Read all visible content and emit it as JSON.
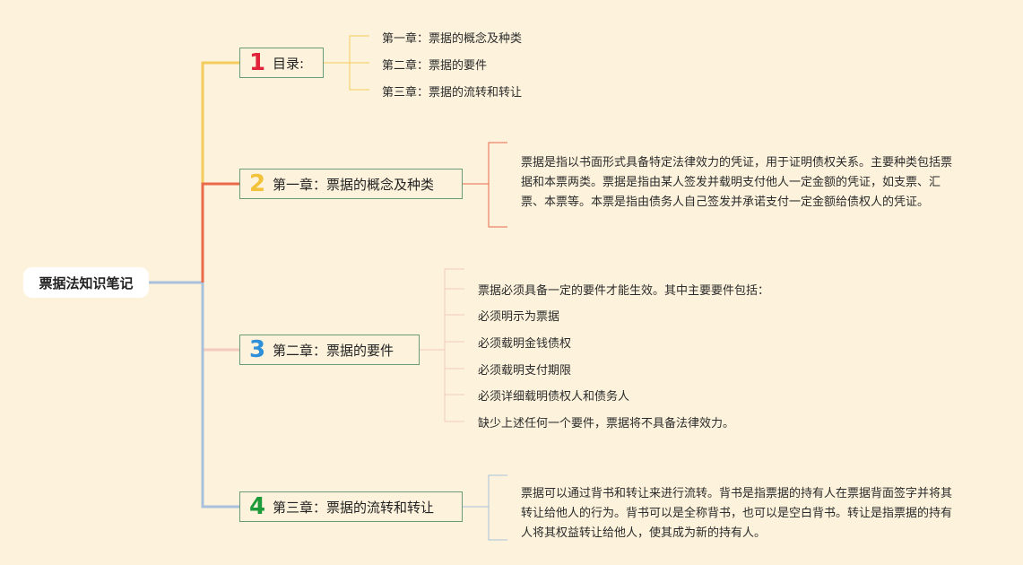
{
  "root": {
    "label": "票据法知识笔记"
  },
  "colors": {
    "branch1": "#f3cd5c",
    "branch2": "#e86a4a",
    "branch3": "#f4c9be",
    "branch4": "#a8c0dc",
    "num1": "#e0223a",
    "num2": "#f2c23a",
    "num3": "#2f8fd8",
    "num4": "#1f9a3a",
    "box_border": "#6b9a78"
  },
  "topics": [
    {
      "number": "1",
      "label": "目录:",
      "children": [
        "第一章：票据的概念及种类",
        "第二章：票据的要件",
        "第三章：票据的流转和转让"
      ]
    },
    {
      "number": "2",
      "label": "第一章：票据的概念及种类",
      "paragraph": "票据是指以书面形式具备特定法律效力的凭证，用于证明债权关系。主要种类包括票据和本票两类。票据是指由某人签发并载明支付他人一定金额的凭证，如支票、汇票、本票等。本票是指由债务人自己签发并承诺支付一定金额给债权人的凭证。"
    },
    {
      "number": "3",
      "label": "第二章：票据的要件",
      "children": [
        "票据必须具备一定的要件才能生效。其中主要要件包括：",
        "必须明示为票据",
        "必须载明金钱债权",
        "必须载明支付期限",
        "必须详细载明债权人和债务人",
        "缺少上述任何一个要件，票据将不具备法律效力。"
      ]
    },
    {
      "number": "4",
      "label": "第三章：票据的流转和转让",
      "paragraph": "票据可以通过背书和转让来进行流转。背书是指票据的持有人在票据背面签字并将其转让给他人的行为。背书可以是全称背书，也可以是空白背书。转让是指票据的持有人将其权益转让给他人，使其成为新的持有人。"
    }
  ]
}
